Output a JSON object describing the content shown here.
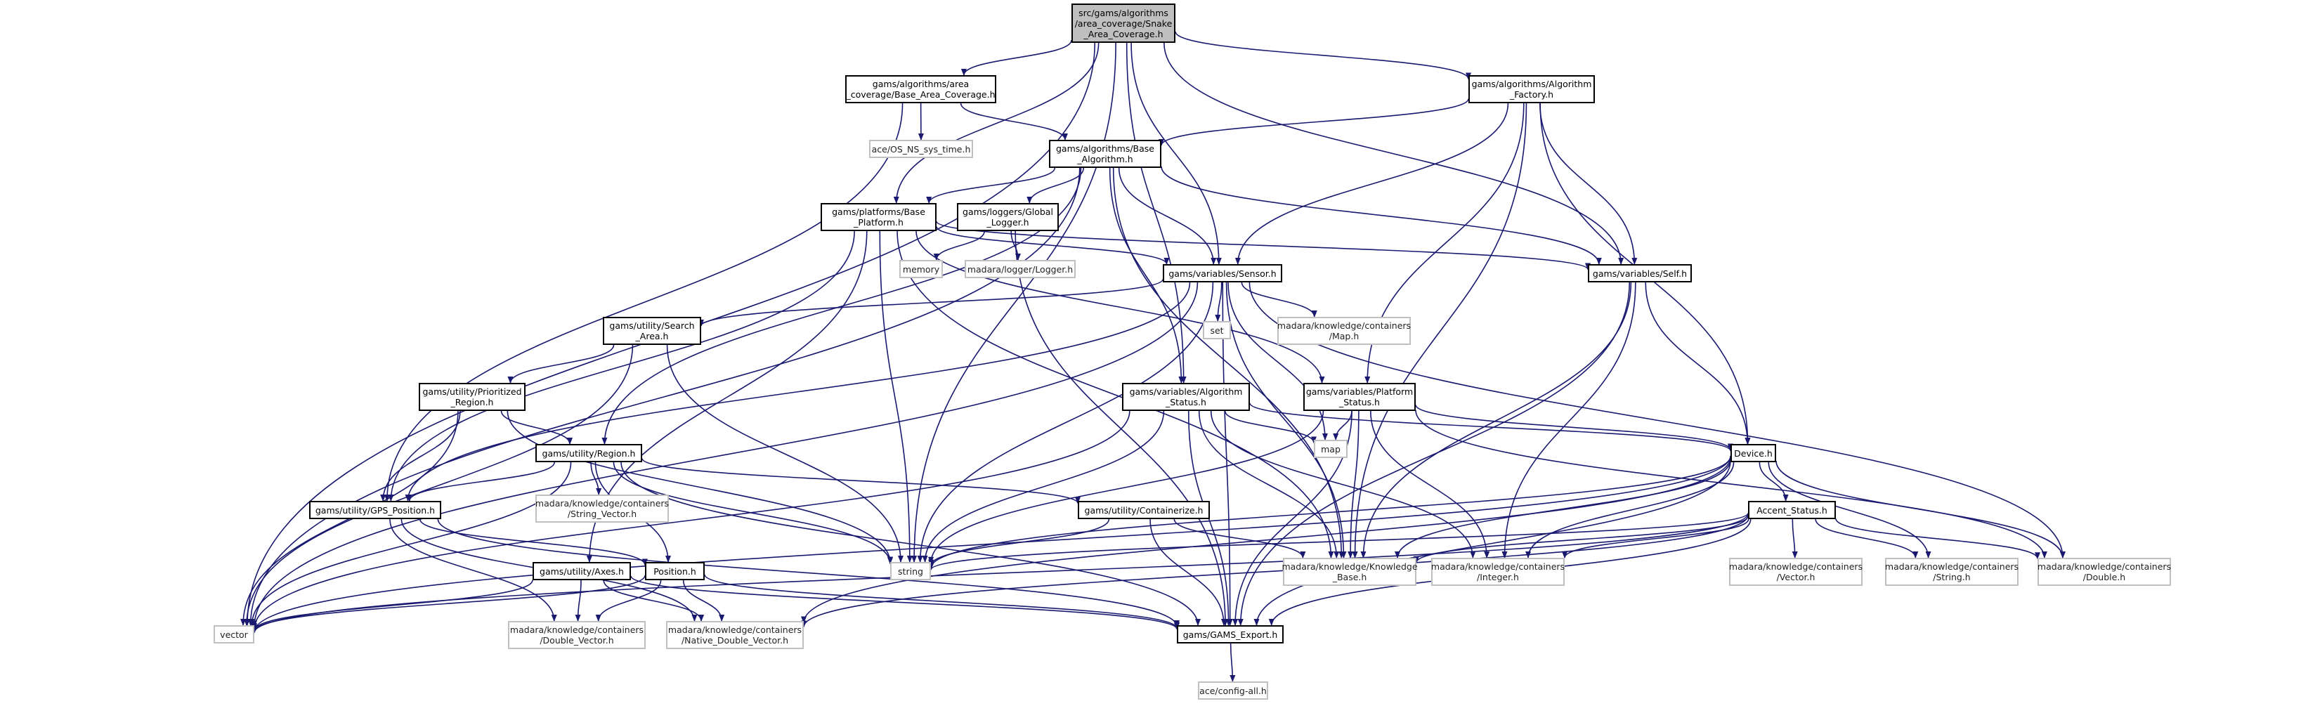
{
  "graph": {
    "nodes": [
      {
        "id": "root",
        "kind": "root",
        "lines": [
          "src/gams/algorithms",
          "/area_coverage/Snake",
          "_Area_Coverage.h"
        ]
      },
      {
        "id": "base_area_coverage",
        "kind": "file",
        "lines": [
          "gams/algorithms/area",
          "_coverage/Base_Area_Coverage.h"
        ]
      },
      {
        "id": "os_ns_sys_time",
        "kind": "ext",
        "lines": [
          "ace/OS_NS_sys_time.h"
        ]
      },
      {
        "id": "algorithm_factory",
        "kind": "file",
        "lines": [
          "gams/algorithms/Algorithm",
          "_Factory.h"
        ]
      },
      {
        "id": "base_algorithm",
        "kind": "file",
        "lines": [
          "gams/algorithms/Base",
          "_Algorithm.h"
        ]
      },
      {
        "id": "base_platform",
        "kind": "file",
        "lines": [
          "gams/platforms/Base",
          "_Platform.h"
        ]
      },
      {
        "id": "global_logger",
        "kind": "file",
        "lines": [
          "gams/loggers/Global",
          "_Logger.h"
        ]
      },
      {
        "id": "memory",
        "kind": "ext",
        "lines": [
          "memory"
        ]
      },
      {
        "id": "madara_logger",
        "kind": "ext",
        "lines": [
          "madara/logger/Logger.h"
        ]
      },
      {
        "id": "sensor",
        "kind": "file",
        "lines": [
          "gams/variables/Sensor.h"
        ]
      },
      {
        "id": "self",
        "kind": "file",
        "lines": [
          "gams/variables/Self.h"
        ]
      },
      {
        "id": "set",
        "kind": "ext",
        "lines": [
          "set"
        ]
      },
      {
        "id": "containers_map",
        "kind": "ext",
        "lines": [
          "madara/knowledge/containers",
          "/Map.h"
        ]
      },
      {
        "id": "search_area",
        "kind": "file",
        "lines": [
          "gams/utility/Search",
          "_Area.h"
        ]
      },
      {
        "id": "prioritized_region",
        "kind": "file",
        "lines": [
          "gams/utility/Prioritized",
          "_Region.h"
        ]
      },
      {
        "id": "algorithm_status",
        "kind": "file",
        "lines": [
          "gams/variables/Algorithm",
          "_Status.h"
        ]
      },
      {
        "id": "platform_status",
        "kind": "file",
        "lines": [
          "gams/variables/Platform",
          "_Status.h"
        ]
      },
      {
        "id": "map",
        "kind": "ext",
        "lines": [
          "map"
        ]
      },
      {
        "id": "region",
        "kind": "file",
        "lines": [
          "gams/utility/Region.h"
        ]
      },
      {
        "id": "string_vector",
        "kind": "ext",
        "lines": [
          "madara/knowledge/containers",
          "/String_Vector.h"
        ]
      },
      {
        "id": "device",
        "kind": "file",
        "lines": [
          "Device.h"
        ]
      },
      {
        "id": "gps_position",
        "kind": "file",
        "lines": [
          "gams/utility/GPS_Position.h"
        ]
      },
      {
        "id": "containerize",
        "kind": "file",
        "lines": [
          "gams/utility/Containerize.h"
        ]
      },
      {
        "id": "accent_status",
        "kind": "file",
        "lines": [
          "Accent_Status.h"
        ]
      },
      {
        "id": "knowledge_base",
        "kind": "ext",
        "lines": [
          "madara/knowledge/Knowledge",
          "_Base.h"
        ]
      },
      {
        "id": "containers_integer",
        "kind": "ext",
        "lines": [
          "madara/knowledge/containers",
          "/Integer.h"
        ]
      },
      {
        "id": "string",
        "kind": "ext",
        "lines": [
          "string"
        ]
      },
      {
        "id": "containers_vector",
        "kind": "ext",
        "lines": [
          "madara/knowledge/containers",
          "/Vector.h"
        ]
      },
      {
        "id": "containers_string",
        "kind": "ext",
        "lines": [
          "madara/knowledge/containers",
          "/String.h"
        ]
      },
      {
        "id": "containers_double",
        "kind": "ext",
        "lines": [
          "madara/knowledge/containers",
          "/Double.h"
        ]
      },
      {
        "id": "axes",
        "kind": "file",
        "lines": [
          "gams/utility/Axes.h"
        ]
      },
      {
        "id": "position",
        "kind": "file",
        "lines": [
          "Position.h"
        ]
      },
      {
        "id": "vector",
        "kind": "ext",
        "lines": [
          "vector"
        ]
      },
      {
        "id": "double_vector",
        "kind": "ext",
        "lines": [
          "madara/knowledge/containers",
          "/Double_Vector.h"
        ]
      },
      {
        "id": "native_double_vector",
        "kind": "ext",
        "lines": [
          "madara/knowledge/containers",
          "/Native_Double_Vector.h"
        ]
      },
      {
        "id": "gams_export",
        "kind": "file",
        "lines": [
          "gams/GAMS_Export.h"
        ]
      },
      {
        "id": "config_all",
        "kind": "ext",
        "lines": [
          "ace/config-all.h"
        ]
      }
    ],
    "edges": [
      [
        "root",
        "base_area_coverage"
      ],
      [
        "root",
        "algorithm_factory"
      ],
      [
        "root",
        "base_platform"
      ],
      [
        "root",
        "sensor"
      ],
      [
        "root",
        "self"
      ],
      [
        "root",
        "algorithm_status"
      ],
      [
        "root",
        "vector"
      ],
      [
        "root",
        "string"
      ],
      [
        "base_area_coverage",
        "os_ns_sys_time"
      ],
      [
        "base_area_coverage",
        "base_algorithm"
      ],
      [
        "base_area_coverage",
        "gps_position"
      ],
      [
        "algorithm_factory",
        "base_algorithm"
      ],
      [
        "algorithm_factory",
        "sensor"
      ],
      [
        "algorithm_factory",
        "self"
      ],
      [
        "algorithm_factory",
        "platform_status"
      ],
      [
        "algorithm_factory",
        "device"
      ],
      [
        "algorithm_factory",
        "knowledge_base"
      ],
      [
        "base_algorithm",
        "base_platform"
      ],
      [
        "base_algorithm",
        "global_logger"
      ],
      [
        "base_algorithm",
        "sensor"
      ],
      [
        "base_algorithm",
        "self"
      ],
      [
        "base_algorithm",
        "algorithm_status"
      ],
      [
        "base_algorithm",
        "region"
      ],
      [
        "base_algorithm",
        "vector"
      ],
      [
        "base_algorithm",
        "knowledge_base"
      ],
      [
        "base_platform",
        "sensor"
      ],
      [
        "base_platform",
        "self"
      ],
      [
        "base_platform",
        "platform_status"
      ],
      [
        "base_platform",
        "gps_position"
      ],
      [
        "base_platform",
        "axes"
      ],
      [
        "base_platform",
        "string"
      ],
      [
        "base_platform",
        "knowledge_base"
      ],
      [
        "global_logger",
        "memory"
      ],
      [
        "global_logger",
        "madara_logger"
      ],
      [
        "global_logger",
        "gams_export"
      ],
      [
        "sensor",
        "set"
      ],
      [
        "sensor",
        "containers_map"
      ],
      [
        "sensor",
        "search_area"
      ],
      [
        "sensor",
        "map"
      ],
      [
        "sensor",
        "gps_position"
      ],
      [
        "sensor",
        "vector"
      ],
      [
        "sensor",
        "string"
      ],
      [
        "sensor",
        "knowledge_base"
      ],
      [
        "sensor",
        "containers_double"
      ],
      [
        "sensor",
        "gams_export"
      ],
      [
        "self",
        "device"
      ],
      [
        "self",
        "knowledge_base"
      ],
      [
        "self",
        "containers_integer"
      ],
      [
        "self",
        "gams_export"
      ],
      [
        "search_area",
        "prioritized_region"
      ],
      [
        "search_area",
        "vector"
      ],
      [
        "search_area",
        "string"
      ],
      [
        "prioritized_region",
        "region"
      ],
      [
        "prioritized_region",
        "gps_position"
      ],
      [
        "prioritized_region",
        "vector"
      ],
      [
        "prioritized_region",
        "string"
      ],
      [
        "algorithm_status",
        "device"
      ],
      [
        "algorithm_status",
        "map"
      ],
      [
        "algorithm_status",
        "string"
      ],
      [
        "algorithm_status",
        "knowledge_base"
      ],
      [
        "algorithm_status",
        "containers_integer"
      ],
      [
        "algorithm_status",
        "gams_export"
      ],
      [
        "algorithm_status",
        "vector"
      ],
      [
        "platform_status",
        "device"
      ],
      [
        "platform_status",
        "map"
      ],
      [
        "platform_status",
        "string"
      ],
      [
        "platform_status",
        "knowledge_base"
      ],
      [
        "platform_status",
        "containers_integer"
      ],
      [
        "platform_status",
        "containers_double"
      ],
      [
        "platform_status",
        "gams_export"
      ],
      [
        "region",
        "string_vector"
      ],
      [
        "region",
        "gps_position"
      ],
      [
        "region",
        "containerize"
      ],
      [
        "region",
        "position"
      ],
      [
        "region",
        "vector"
      ],
      [
        "region",
        "string"
      ],
      [
        "region",
        "gams_export"
      ],
      [
        "device",
        "accent_status"
      ],
      [
        "device",
        "knowledge_base"
      ],
      [
        "device",
        "containers_integer"
      ],
      [
        "device",
        "string"
      ],
      [
        "device",
        "containers_string"
      ],
      [
        "device",
        "containers_double"
      ],
      [
        "device",
        "vector"
      ],
      [
        "device",
        "gams_export"
      ],
      [
        "device",
        "native_double_vector"
      ],
      [
        "gps_position",
        "position"
      ],
      [
        "gps_position",
        "double_vector"
      ],
      [
        "gps_position",
        "native_double_vector"
      ],
      [
        "gps_position",
        "gams_export"
      ],
      [
        "containerize",
        "knowledge_base"
      ],
      [
        "containerize",
        "string"
      ],
      [
        "containerize",
        "gams_export"
      ],
      [
        "accent_status",
        "knowledge_base"
      ],
      [
        "accent_status",
        "containers_integer"
      ],
      [
        "accent_status",
        "containers_vector"
      ],
      [
        "accent_status",
        "containers_string"
      ],
      [
        "accent_status",
        "containers_double"
      ],
      [
        "accent_status",
        "string"
      ],
      [
        "accent_status",
        "vector"
      ],
      [
        "accent_status",
        "gams_export"
      ],
      [
        "accent_status",
        "native_double_vector"
      ],
      [
        "axes",
        "vector"
      ],
      [
        "axes",
        "double_vector"
      ],
      [
        "axes",
        "native_double_vector"
      ],
      [
        "axes",
        "gams_export"
      ],
      [
        "position",
        "vector"
      ],
      [
        "position",
        "double_vector"
      ],
      [
        "position",
        "native_double_vector"
      ],
      [
        "position",
        "gams_export"
      ],
      [
        "gams_export",
        "config_all"
      ]
    ]
  }
}
